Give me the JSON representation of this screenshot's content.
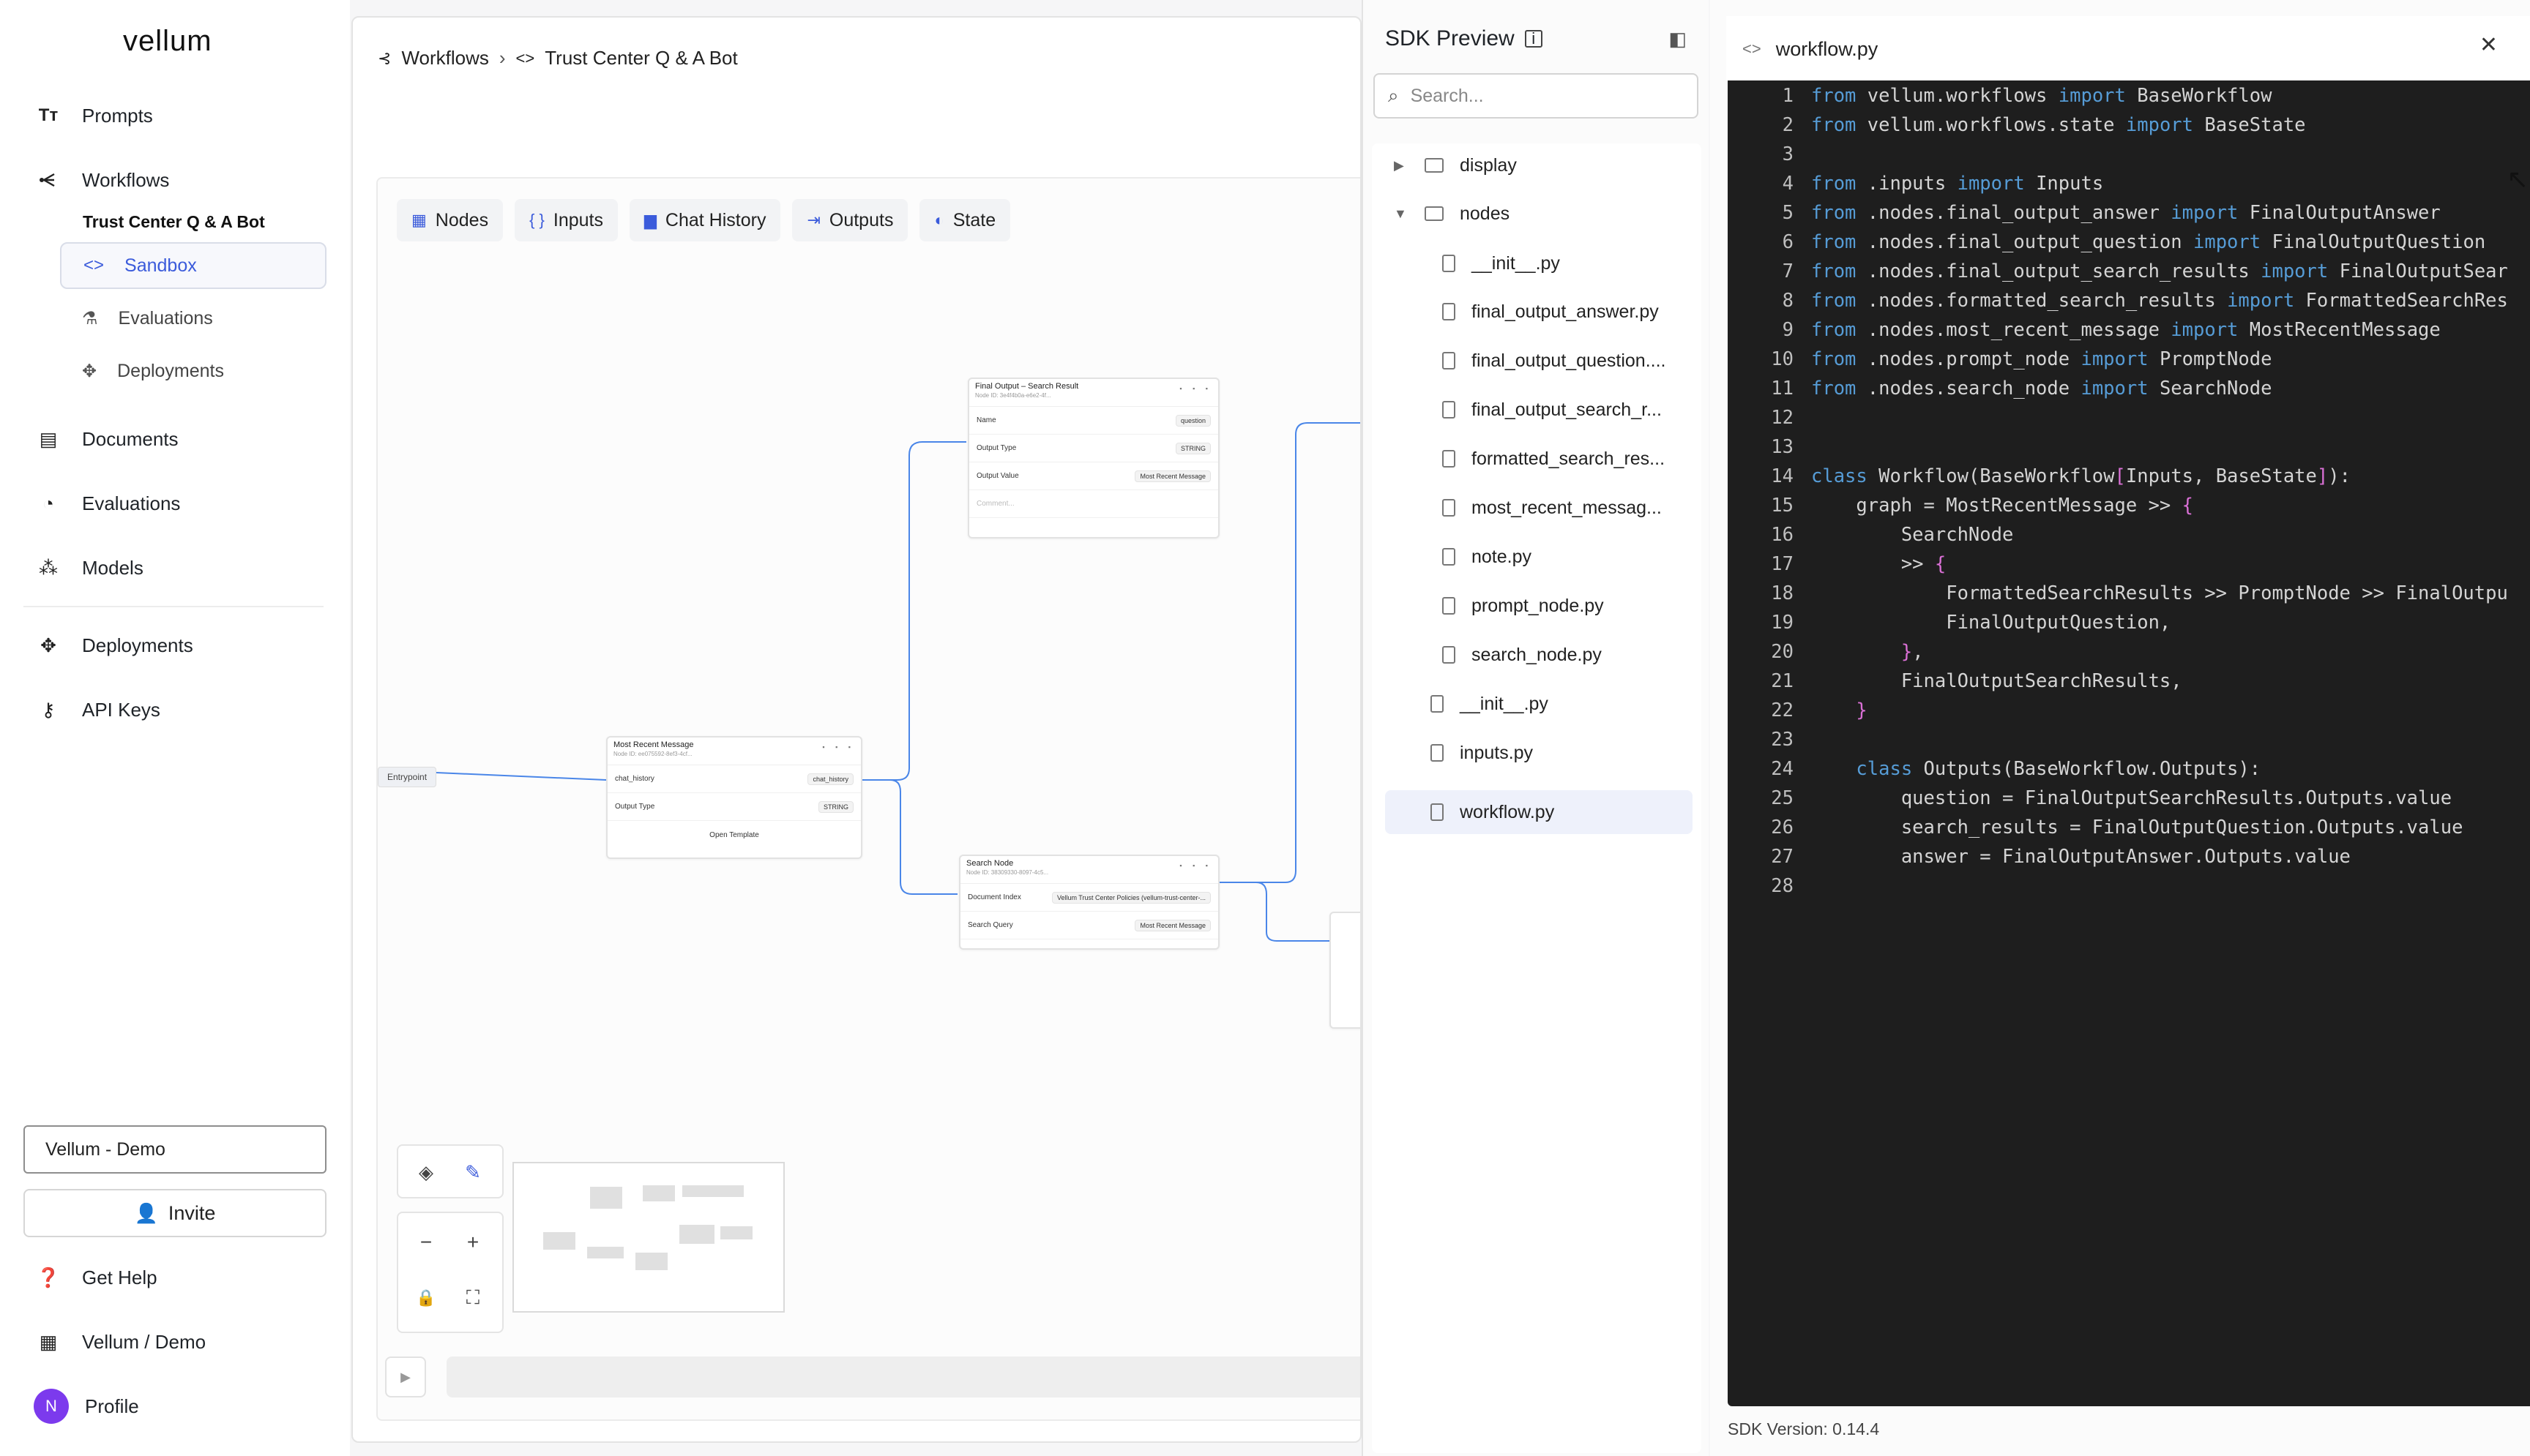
{
  "sidebar": {
    "logo": "vellum",
    "nav": [
      {
        "label": "Prompts",
        "icon": "text-icon"
      },
      {
        "label": "Workflows",
        "icon": "workflow-icon"
      },
      {
        "label": "Documents",
        "icon": "documents-icon"
      },
      {
        "label": "Evaluations",
        "icon": "evaluations-icon"
      },
      {
        "label": "Models",
        "icon": "models-icon"
      },
      {
        "label": "Deployments",
        "icon": "deployments-icon"
      },
      {
        "label": "API Keys",
        "icon": "key-icon"
      }
    ],
    "workflow_name": "Trust Center Q & A Bot",
    "sub_items": [
      {
        "label": "Sandbox",
        "icon": "code-icon"
      },
      {
        "label": "Evaluations",
        "icon": "flask-icon"
      },
      {
        "label": "Deployments",
        "icon": "deployments-icon"
      }
    ],
    "workspace": "Vellum - Demo",
    "invite_label": "Invite",
    "bottom": [
      {
        "label": "Get Help",
        "icon": "help-icon"
      },
      {
        "label": "Vellum / Demo",
        "icon": "building-icon"
      },
      {
        "label": "Profile",
        "icon": "avatar"
      }
    ],
    "avatar_initial": "N"
  },
  "breadcrumb": {
    "workflows": "Workflows",
    "current": "Trust Center Q & A Bot"
  },
  "tabs": [
    {
      "label": "Nodes",
      "icon": "grid-icon"
    },
    {
      "label": "Inputs",
      "icon": "braces-icon"
    },
    {
      "label": "Chat History",
      "icon": "chat-icon"
    },
    {
      "label": "Outputs",
      "icon": "output-icon"
    },
    {
      "label": "State",
      "icon": "state-icon"
    }
  ],
  "nodes": {
    "entry": "Entrypoint",
    "most_recent": {
      "title": "Most Recent Message",
      "id": "Node ID: ee075592-8ef3-4cf...",
      "row1_label": "chat_history",
      "row1_value": "chat_history",
      "row2_label": "Output Type",
      "row2_value": "STRING",
      "button": "Open Template"
    },
    "final_output": {
      "title": "Final Output – Search Result",
      "id": "Node ID: 3e4f4b0a-e6e2-4f...",
      "name_label": "Name",
      "name_value": "question",
      "type_label": "Output Type",
      "type_value": "STRING",
      "value_label": "Output Value",
      "value_value": "Most Recent Message",
      "comment": "Comment..."
    },
    "search": {
      "title": "Search Node",
      "id": "Node ID: 38309330-8097-4c5...",
      "doc_label": "Document Index",
      "doc_value": "Vellum Trust Center Policies (vellum-trust-center-...",
      "query_label": "Search Query",
      "query_value": "Most Recent Message"
    }
  },
  "sdk": {
    "title": "SDK Preview",
    "search_placeholder": "Search...",
    "tree": [
      {
        "name": "display",
        "type": "folder",
        "expanded": false
      },
      {
        "name": "nodes",
        "type": "folder",
        "expanded": true
      },
      {
        "name": "__init__.py",
        "type": "file",
        "indent": 1
      },
      {
        "name": "final_output_answer.py",
        "type": "file",
        "indent": 1
      },
      {
        "name": "final_output_question....",
        "type": "file",
        "indent": 1
      },
      {
        "name": "final_output_search_r...",
        "type": "file",
        "indent": 1
      },
      {
        "name": "formatted_search_res...",
        "type": "file",
        "indent": 1
      },
      {
        "name": "most_recent_messag...",
        "type": "file",
        "indent": 1
      },
      {
        "name": "note.py",
        "type": "file",
        "indent": 1
      },
      {
        "name": "prompt_node.py",
        "type": "file",
        "indent": 1
      },
      {
        "name": "search_node.py",
        "type": "file",
        "indent": 1
      },
      {
        "name": "__init__.py",
        "type": "file",
        "indent": 0
      },
      {
        "name": "inputs.py",
        "type": "file",
        "indent": 0
      },
      {
        "name": "workflow.py",
        "type": "file",
        "indent": 0,
        "selected": true
      }
    ]
  },
  "editor": {
    "filename": "workflow.py",
    "sdk_version": "SDK Version: 0.14.4",
    "lines": [
      "from vellum.workflows import BaseWorkflow",
      "from vellum.workflows.state import BaseState",
      "",
      "from .inputs import Inputs",
      "from .nodes.final_output_answer import FinalOutputAnswer",
      "from .nodes.final_output_question import FinalOutputQuestion",
      "from .nodes.final_output_search_results import FinalOutputSear",
      "from .nodes.formatted_search_results import FormattedSearchRes",
      "from .nodes.most_recent_message import MostRecentMessage",
      "from .nodes.prompt_node import PromptNode",
      "from .nodes.search_node import SearchNode",
      "",
      "",
      "class Workflow(BaseWorkflow[Inputs, BaseState]):",
      "    graph = MostRecentMessage >> {",
      "        SearchNode",
      "        >> {",
      "            FormattedSearchResults >> PromptNode >> FinalOutpu",
      "            FinalOutputQuestion,",
      "        },",
      "        FinalOutputSearchResults,",
      "    }",
      "",
      "    class Outputs(BaseWorkflow.Outputs):",
      "        question = FinalOutputSearchResults.Outputs.value",
      "        search_results = FinalOutputQuestion.Outputs.value",
      "        answer = FinalOutputAnswer.Outputs.value",
      ""
    ]
  }
}
